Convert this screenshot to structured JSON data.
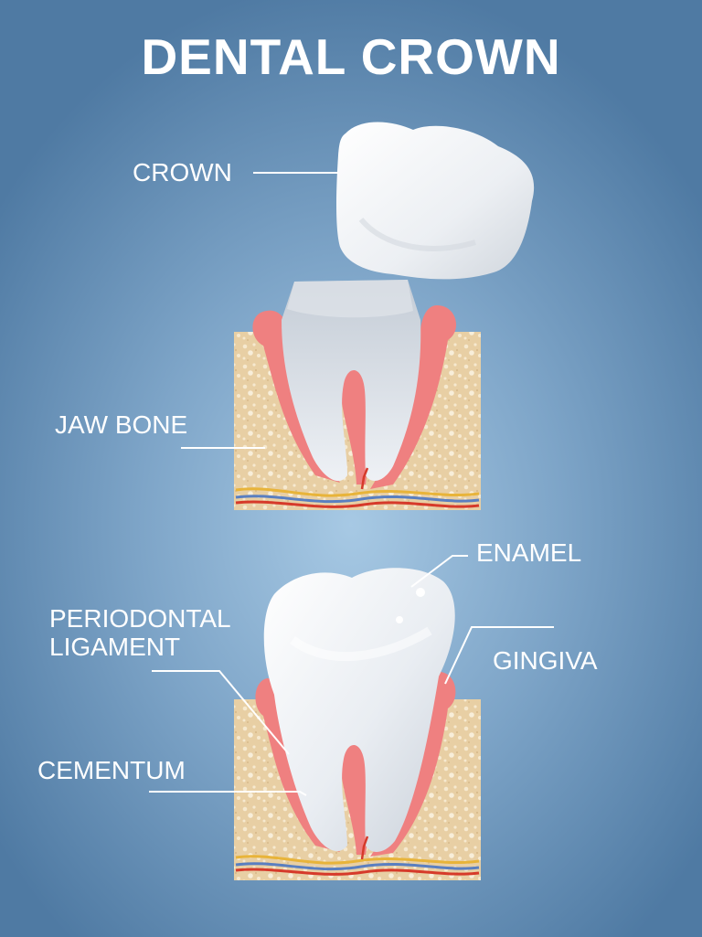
{
  "title": "DENTAL CROWN",
  "labels": {
    "crown": "CROWN",
    "jaw_bone": "JAW BONE",
    "enamel": "ENAMEL",
    "periodontal_ligament": "PERIODONTAL LIGAMENT",
    "gingiva": "GINGIVA",
    "cementum": "CEMENTUM"
  },
  "colors": {
    "background": "#7ea5c8",
    "bone": "#e8cfa4",
    "gum": "#ef8080",
    "tooth": "#eef1f5",
    "nerve_red": "#d63a2a",
    "nerve_yellow": "#e8b43a",
    "nerve_blue": "#5a7fc0"
  }
}
